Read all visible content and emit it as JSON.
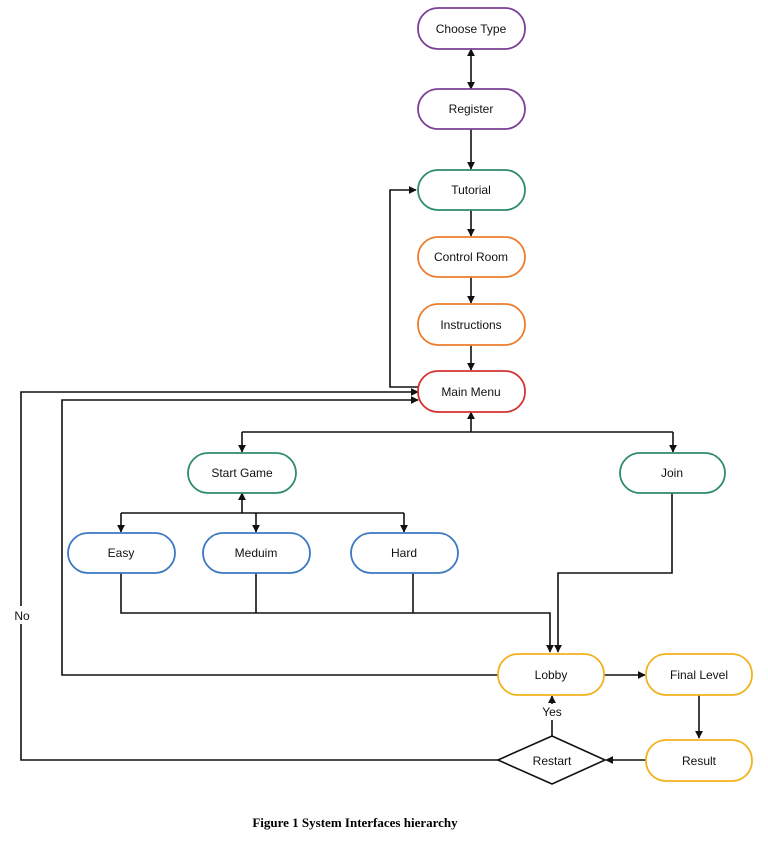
{
  "colors": {
    "purple": "#7b3f95",
    "green": "#2e8b68",
    "orange": "#ec7d2e",
    "red": "#d63232",
    "blue": "#3b78c2",
    "yellow": "#f2b21c",
    "black": "#000000",
    "edge": "#111111"
  },
  "nodes": {
    "choose_type": "Choose Type",
    "register": "Register",
    "tutorial": "Tutorial",
    "control_room": "Control Room",
    "instructions": "Instructions",
    "main_menu": "Main Menu",
    "start_game": "Start Game",
    "join": "Join",
    "easy": "Easy",
    "meduim": "Meduim",
    "hard": "Hard",
    "lobby": "Lobby",
    "final_level": "Final Level",
    "result": "Result",
    "restart": "Restart"
  },
  "edge_labels": {
    "yes": "Yes",
    "no": "No"
  },
  "caption": "Figure 1 System Interfaces hierarchy"
}
